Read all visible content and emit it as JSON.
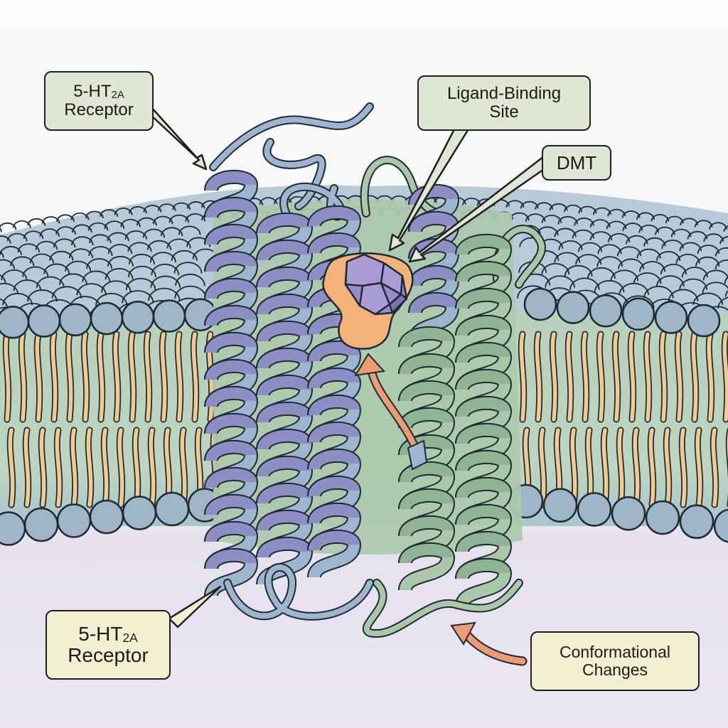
{
  "figure": {
    "subject": "5-HT2A receptor embedded in lipid bilayer with DMT bound at ligand-binding site",
    "colors": {
      "background_top": "#fbfbf9",
      "cytoplasm": "#e6e0ef",
      "lipid_head": "#9fb6c8",
      "lipid_head_far": "#b9ccda",
      "lipid_tail": "#f2c98e",
      "bilayer_interior": "#b9d3bd",
      "helix_blue": "#9db6cf",
      "helix_blue_inner": "#8d8fc4",
      "helix_green": "#a9c8a8",
      "helix_green_inner": "#8fb493",
      "binding_pocket": "#f2b27a",
      "ligand": "#9b8cc9",
      "arrow_orange": "#ec9b73",
      "outline": "#1e2a33",
      "label_green": "#dfe6d2",
      "label_cream": "#f2f0d0"
    }
  },
  "labels": {
    "receptor_top": {
      "line1_main": "5-HT",
      "line1_sub": "2A",
      "line2": "Receptor"
    },
    "ligand_site": {
      "line1": "Ligand-Binding",
      "line2": "Site"
    },
    "dmt": {
      "line1": "DMT"
    },
    "receptor_bottom": {
      "line1_main": "5-HT",
      "line1_sub": "2A",
      "line2": "Receptor"
    },
    "conformational": {
      "line1": "Conformational",
      "line2": "Changes"
    }
  },
  "icons": {
    "ligand": "dmt-molecule-icon",
    "pocket": "binding-pocket-icon",
    "arrow": "curved-arrow-icon"
  }
}
